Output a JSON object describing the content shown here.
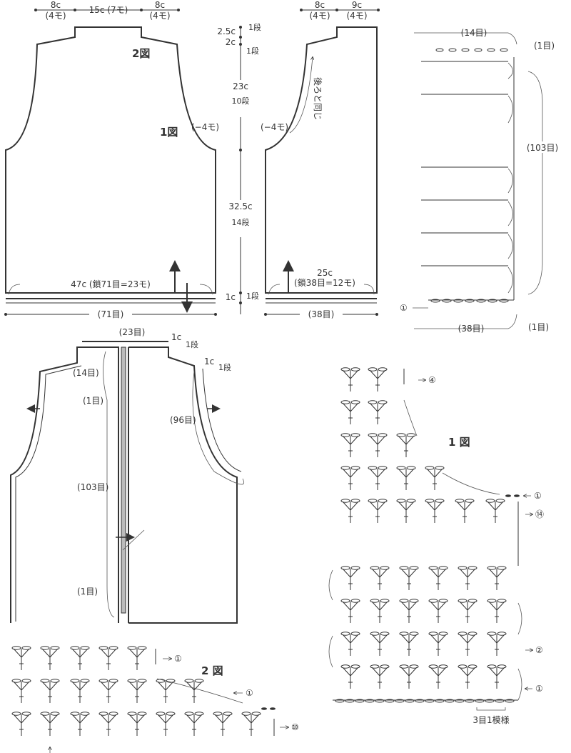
{
  "back": {
    "top_dims": {
      "left": "8c",
      "left_sub": "(4モ)",
      "mid": "15c (7モ)",
      "right": "8c",
      "right_sub": "(4モ)"
    },
    "label_fig2": "2図",
    "label_fig1": "1図",
    "armhole_dec": "(−4モ)",
    "width": "47c (鎖71目=23モ)",
    "bottom_count": "(71目)"
  },
  "vertical": {
    "v1": "2.5c",
    "v1_rows": "1段",
    "v2": "2c",
    "v2_rows": "1段",
    "v3": "23c",
    "v3_rows": "10段",
    "v4": "32.5c",
    "v4_rows": "14段",
    "v5": "1c",
    "v5_rows": "1段"
  },
  "front": {
    "top_dims": {
      "left": "8c",
      "left_sub": "(4モ)",
      "right": "9c",
      "right_sub": "(4モ)"
    },
    "same_as_back": "後ろと同じ",
    "armhole_dec": "(−4モ)",
    "width": "25c",
    "width_sub": "(鎖38目=12モ)",
    "bottom_count": "(38目)"
  },
  "right_chart": {
    "top_count": "(14目)",
    "top_right": "(1目)",
    "side_count": "(103目)",
    "bottom_count": "(38目)",
    "bottom_right": "(1目)",
    "start": "①"
  },
  "assembled": {
    "top_count": "(23目)",
    "top_rows": "1c",
    "top_rows_sub": "1段",
    "right_rows": "1c",
    "right_rows_sub": "1段",
    "left_14": "(14目)",
    "left_1": "(1目)",
    "armhole_96": "(96目)",
    "left_103": "(103目)",
    "left_bottom_1": "(1目)"
  },
  "fig1_chart": {
    "title": "1 図",
    "row4": "④",
    "row1": "①",
    "row14": "⑭",
    "row2": "②",
    "row1b": "①",
    "pattern": "3目1模様"
  },
  "fig2_chart": {
    "title": "2 図",
    "row1a": "①",
    "row1b": "①",
    "row10": "⑩"
  }
}
